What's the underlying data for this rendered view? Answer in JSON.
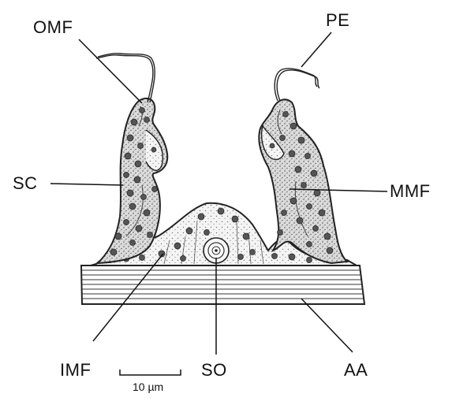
{
  "labels": {
    "omf": "OMF",
    "pe": "PE",
    "sc": "SC",
    "mmf": "MMF",
    "imf": "IMF",
    "so": "SO",
    "aa": "AA"
  },
  "scale_bar": {
    "label": "10 µm"
  }
}
